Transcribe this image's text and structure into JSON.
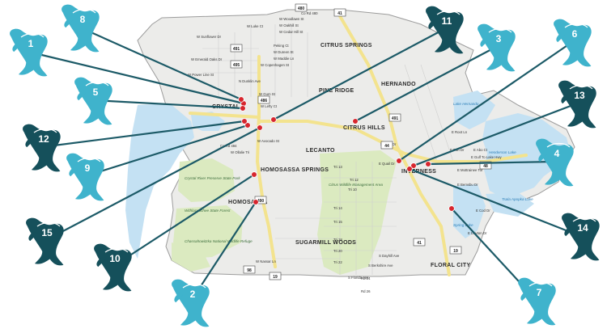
{
  "towns": [
    "CRYSTAL",
    "CITRUS SPRINGS",
    "PINE RIDGE",
    "HERNANDO",
    "CITRUS HILLS",
    "LECANTO",
    "INVERNESS",
    "HOMOSASSA SPRINGS",
    "HOMOSASSA",
    "SUGARMILL WOODS",
    "FLORAL CITY"
  ],
  "streets": [
    "W Sunflower Dr",
    "W Emerald Oaks Dr",
    "W Power Line St",
    "W Gum St",
    "W Lefty Ct",
    "W Avocado St",
    "W Luke Ct",
    "W Woodlawn St",
    "W Oakhill St",
    "W Cedar Hill St",
    "Peking Ct",
    "W Dureen St",
    "W Maddie Ln",
    "W Copenhagen St",
    "Co Rd 494",
    "W Ollalie Tri",
    "N Dunklin Ave",
    "Tri 13",
    "Tri 12",
    "Tri 10",
    "Tri 14",
    "Tri 15",
    "Tri 18",
    "Tri 20",
    "Tri 22",
    "Rd 24",
    "Rd 26",
    "S Tiger Dr",
    "E Quail Dr",
    "E Gulf To Lake Hwy",
    "E Root Ln",
    "E Fort Dr",
    "E Abo Ct",
    "E Mottrainee Tor",
    "E Bemsbu Dr",
    "E Cod Dr",
    "E Deyton Dr",
    "W Nassar Ln",
    "Co Rd 480",
    "S Florida Ave",
    "S Berkshire Ave",
    "S Dayhill Ave"
  ],
  "parks": [
    "Crystal River Preserve State Park",
    "Withlacoochee State Forest",
    "Chassahowitzka National Wildlife Refuge",
    "Citrus Wildlife Management Area"
  ],
  "lakes": [
    "Tsala Apopka Lake",
    "Henderson Lake",
    "Lake Hernando",
    "Spring Lake"
  ],
  "highway_shields": [
    "491",
    "495",
    "486",
    "41",
    "44",
    "490",
    "98",
    "19",
    "491",
    "480",
    "48",
    "19",
    "41"
  ],
  "colors": {
    "manatee_light": "#3fb3cc",
    "manatee_dark": "#15505b",
    "connector_line": "#1c5a67",
    "marker_red": "#d7262e",
    "water": "#c4e1f3",
    "park_green": "#dbeac0",
    "road_yellow": "#f3e38e"
  },
  "markers": [
    {
      "number": "1",
      "style": "light"
    },
    {
      "number": "2",
      "style": "light"
    },
    {
      "number": "3",
      "style": "light"
    },
    {
      "number": "4",
      "style": "light"
    },
    {
      "number": "5",
      "style": "light"
    },
    {
      "number": "6",
      "style": "light"
    },
    {
      "number": "7",
      "style": "light"
    },
    {
      "number": "8",
      "style": "light"
    },
    {
      "number": "9",
      "style": "light"
    },
    {
      "number": "10",
      "style": "dark"
    },
    {
      "number": "11",
      "style": "dark"
    },
    {
      "number": "12",
      "style": "dark"
    },
    {
      "number": "13",
      "style": "dark"
    },
    {
      "number": "14",
      "style": "dark"
    },
    {
      "number": "15",
      "style": "dark"
    }
  ]
}
